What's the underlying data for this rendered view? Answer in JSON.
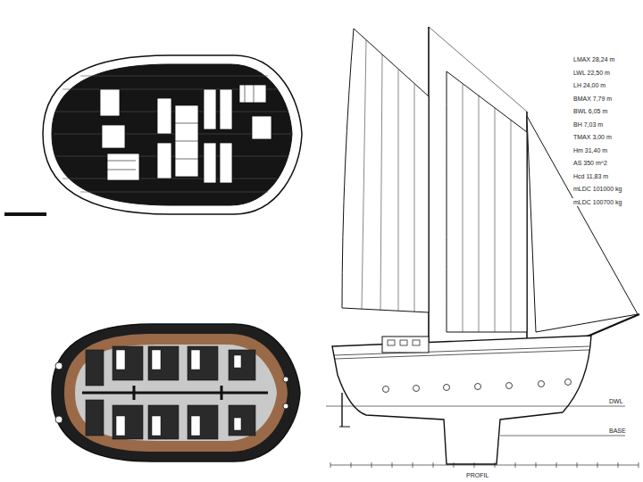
{
  "diagram": {
    "labels": [
      "LMAX 28,24 m",
      "LWL 22,50 m",
      "LH 24,00 m",
      "BMAX 7,79 m",
      "BWL 6,05 m",
      "BH 7,03 m",
      "TMAX 3,00 m",
      "Hm 31,40 m",
      "AS 350 m^2",
      "Hcd 11,83 m",
      "mLDC 101000 kg",
      "mLDC 100700 kg",
      "DWL",
      "BASE",
      "PROFIL"
    ]
  }
}
